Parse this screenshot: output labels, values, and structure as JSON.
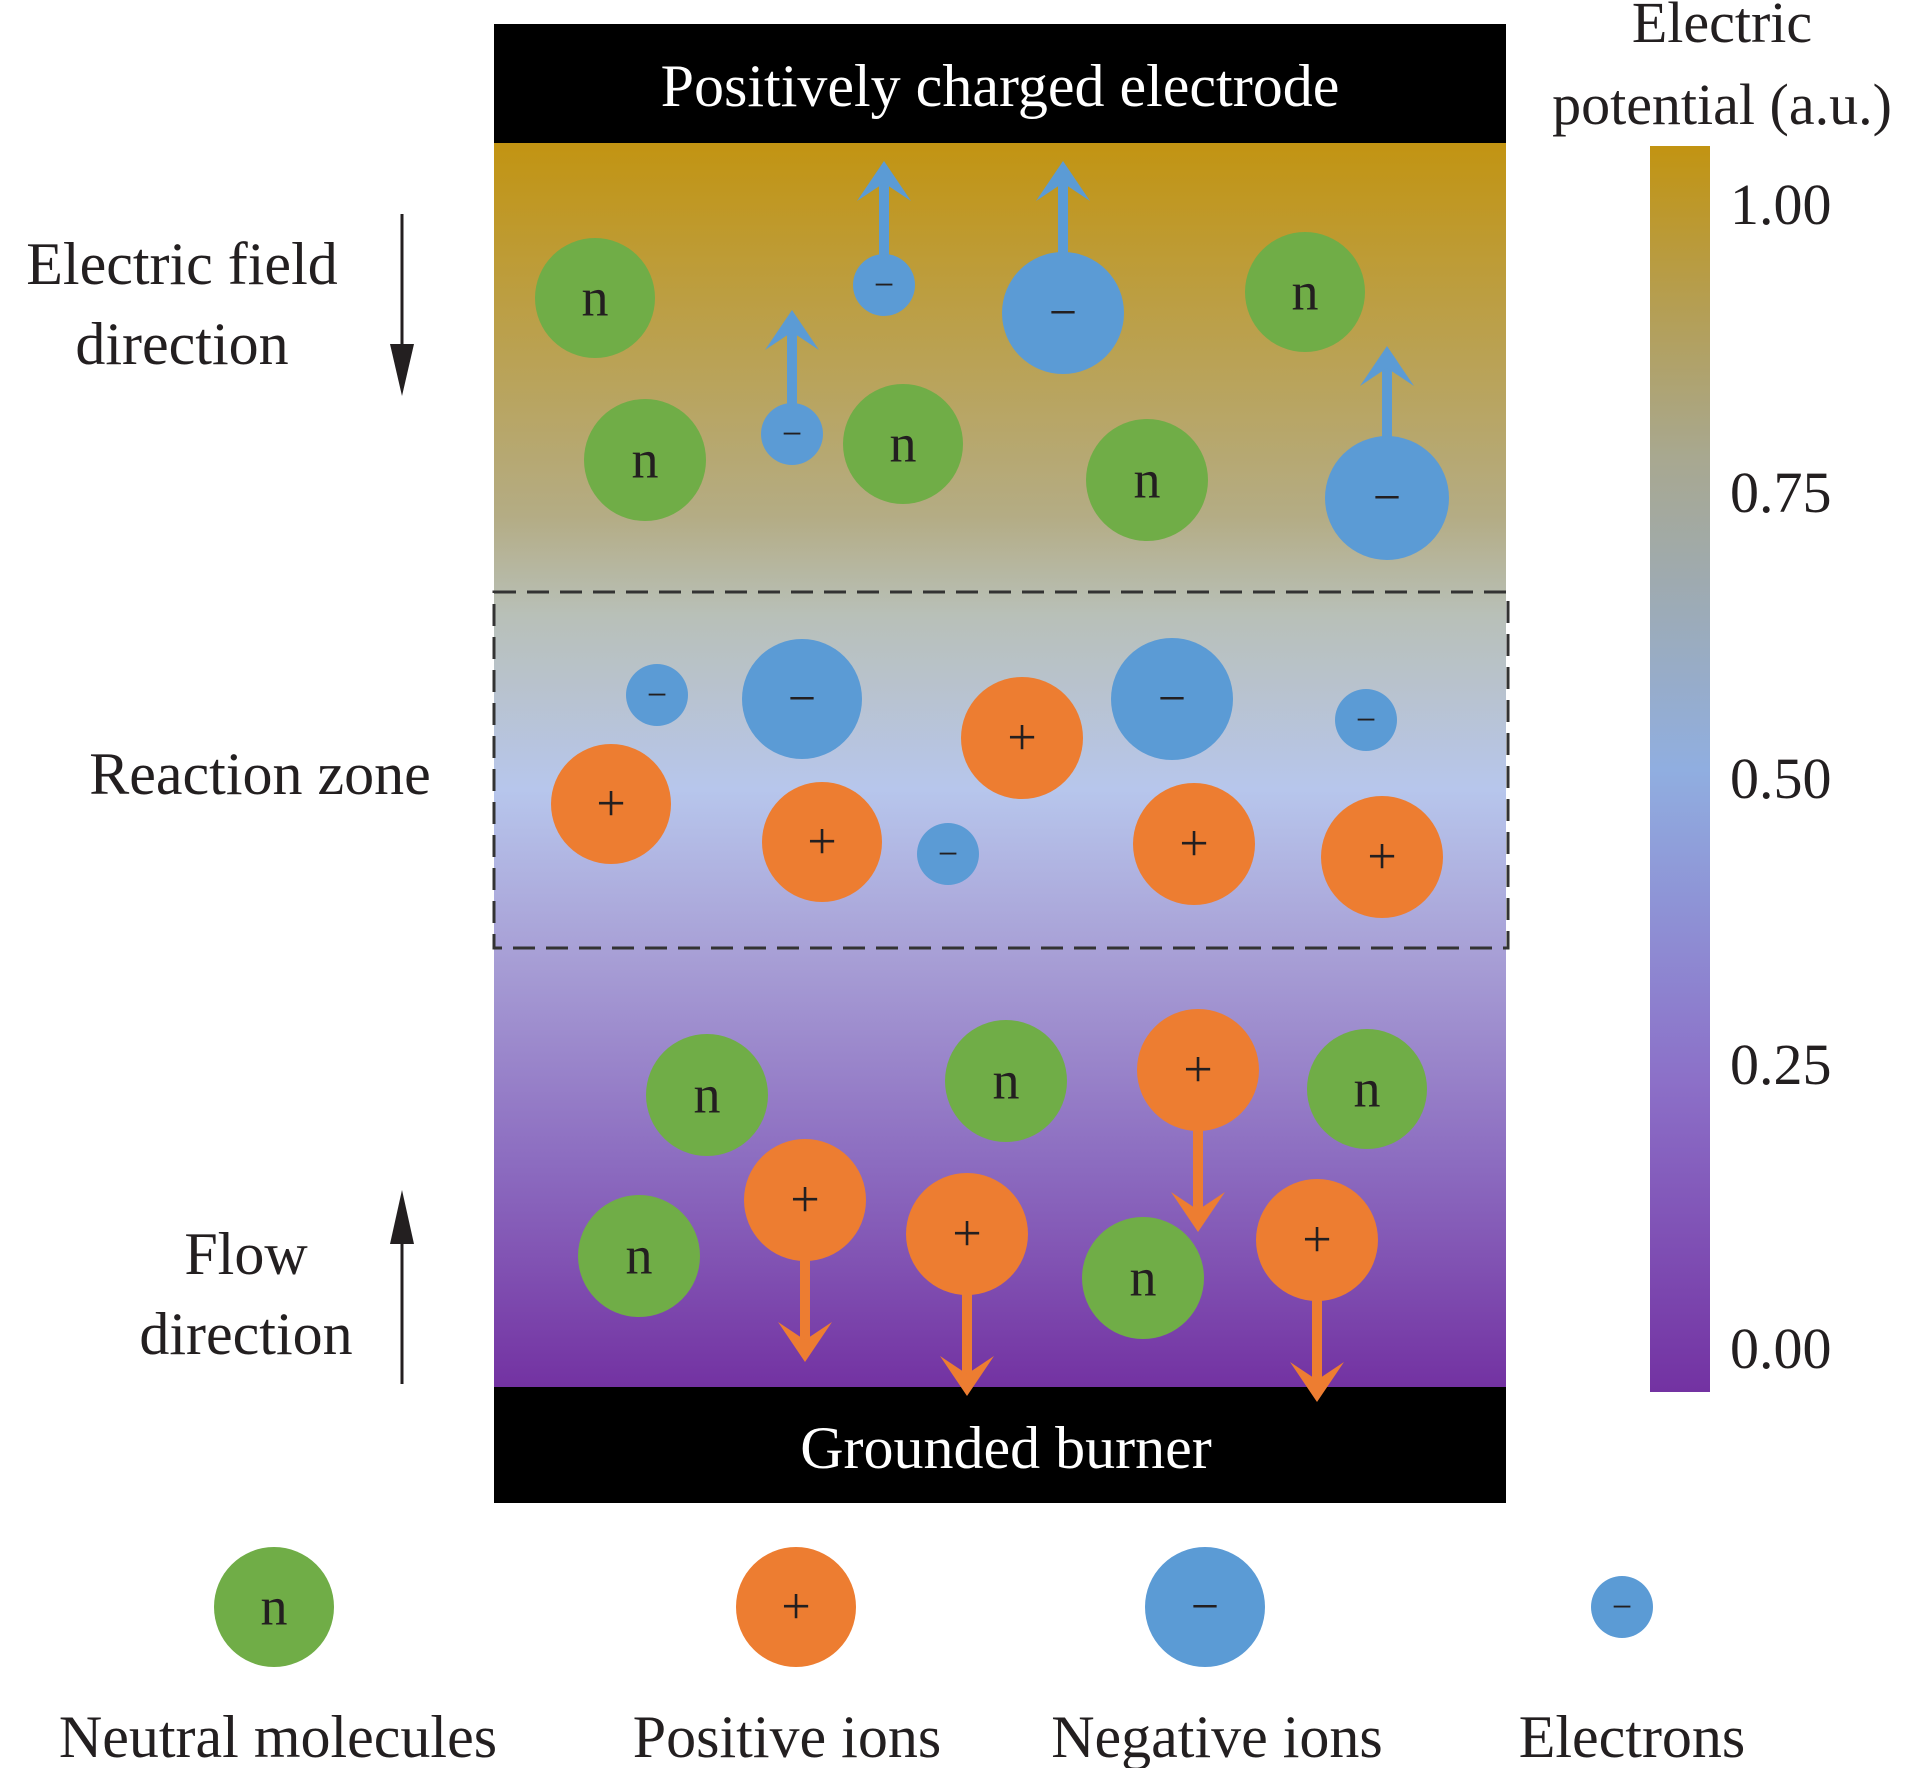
{
  "electrode_label": "Positively charged electrode",
  "burner_label": "Grounded burner",
  "field_label": [
    "Electric field",
    "direction"
  ],
  "reaction_label": "Reaction zone",
  "flow_label": [
    "Flow",
    "direction"
  ],
  "colorbar": {
    "title": [
      "Electric",
      "potential (a.u.)"
    ],
    "ticks": [
      "1.00",
      "0.75",
      "0.50",
      "0.25",
      "0.00"
    ],
    "colors": [
      "#c29412",
      "#a8a890",
      "#b7c6ec",
      "#9b84cc",
      "#7332a2"
    ]
  },
  "symbols": {
    "neutral": "n",
    "positive": "+",
    "negative": "−"
  },
  "colors": {
    "neutral": "#70ad47",
    "positive": "#ed7d31",
    "negative": "#5b9bd5",
    "electrode": "#000000"
  },
  "legend": [
    {
      "kind": "neutral",
      "label": "Neutral molecules"
    },
    {
      "kind": "positive",
      "label": "Positive ions"
    },
    {
      "kind": "negative",
      "label": "Negative ions"
    },
    {
      "kind": "electron",
      "label": "Electrons"
    }
  ]
}
